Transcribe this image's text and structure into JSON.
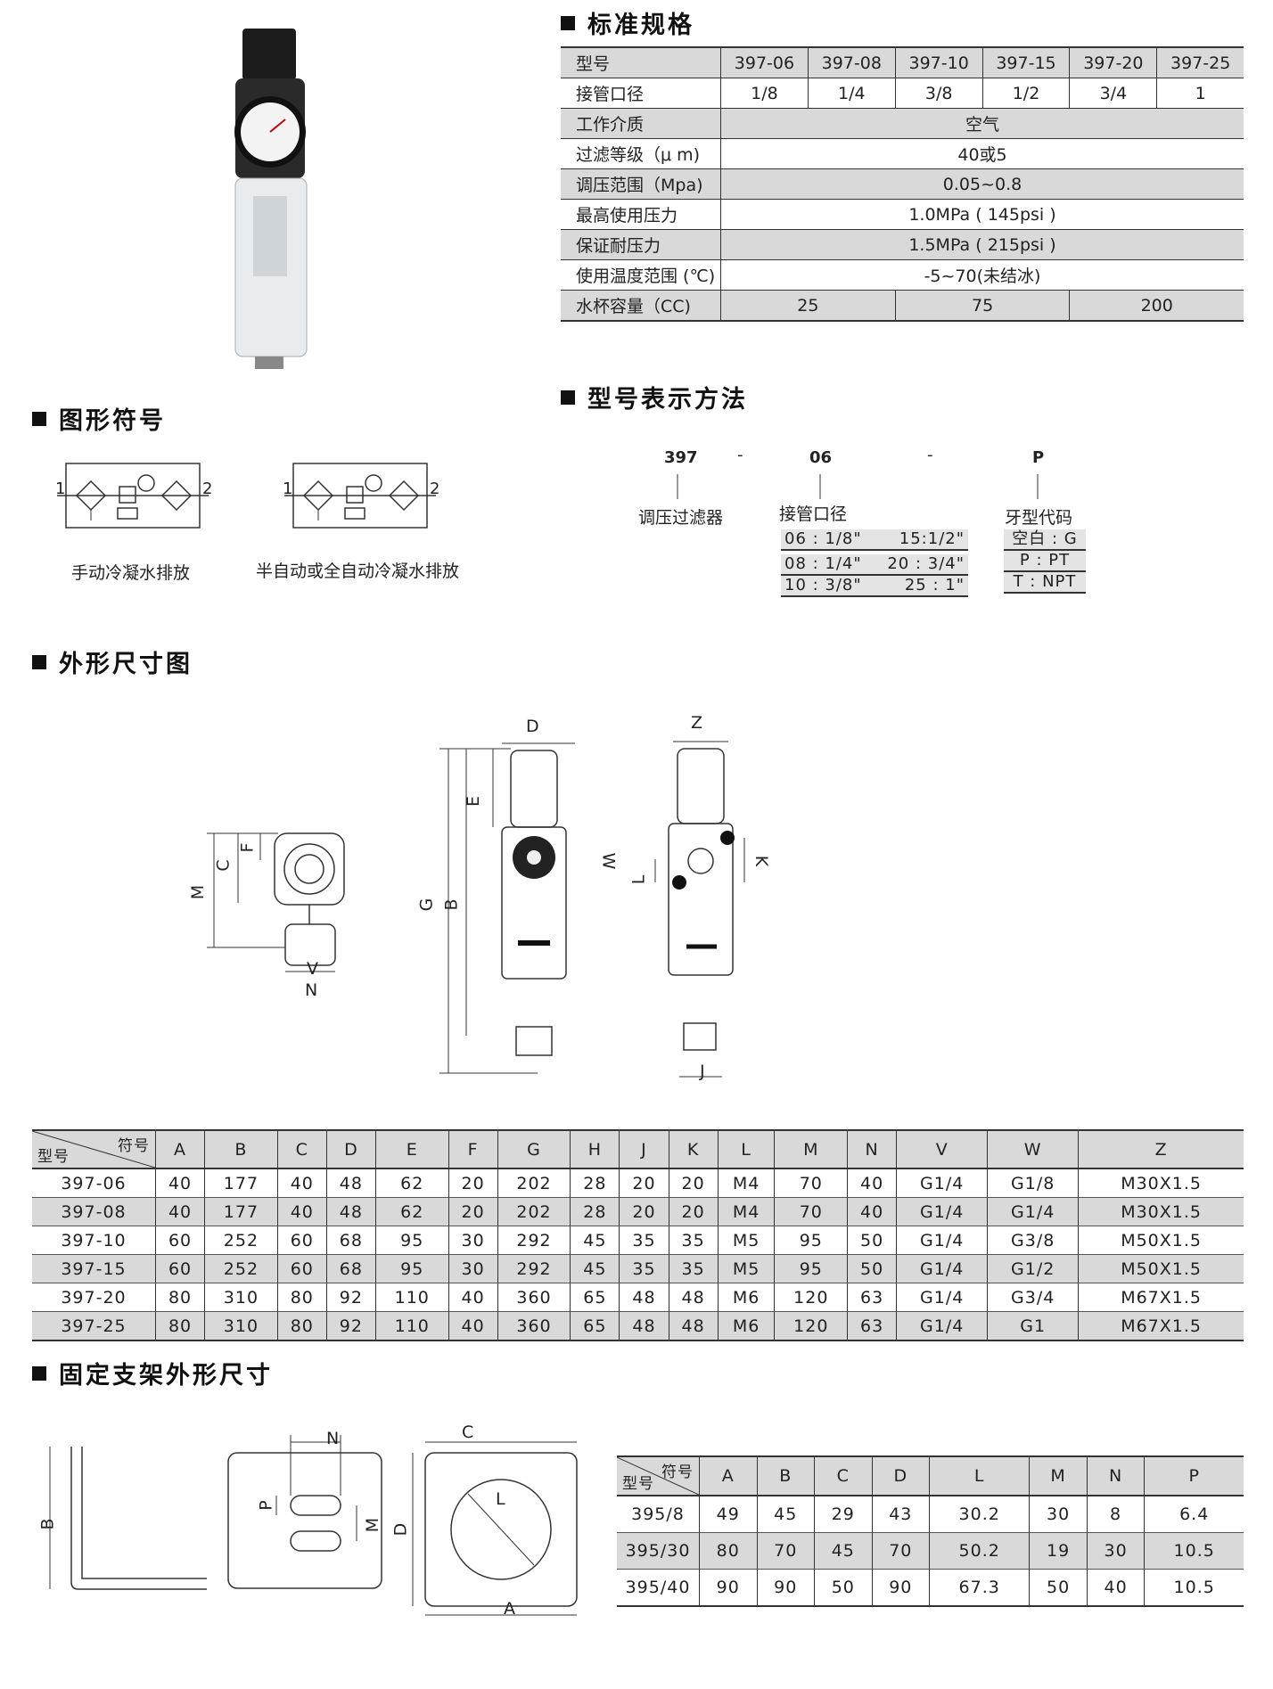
{
  "sections": {
    "spec": "标准规格",
    "symbol": "图形符号",
    "model_code": "型号表示方法",
    "outline": "外形尺寸图",
    "bracket": "固定支架外形尺寸"
  },
  "spec_table": {
    "header_label": "型号",
    "models": [
      "397-06",
      "397-08",
      "397-10",
      "397-15",
      "397-20",
      "397-25"
    ],
    "port_label": "接管口径",
    "ports": [
      "1/8",
      "1/4",
      "3/8",
      "1/2",
      "3/4",
      "1"
    ],
    "rows": [
      {
        "label": "工作介质",
        "value": "空气"
      },
      {
        "label": "过滤等级（μ m)",
        "value": "40或5"
      },
      {
        "label": "调压范围（Mpa)",
        "value": "0.05~0.8"
      },
      {
        "label": "最高使用压力",
        "value": "1.0MPa ( 145psi )"
      },
      {
        "label": "保证耐压力",
        "value": "1.5MPa ( 215psi )"
      },
      {
        "label": "使用温度范围 (℃)",
        "value": "-5~70(未结冰)"
      }
    ],
    "cup_label": "水杯容量（CC)",
    "cups": [
      "25",
      "75",
      "200"
    ]
  },
  "symbols": {
    "manual": "手动冷凝水排放",
    "auto": "半自动或全自动冷凝水排放",
    "port1": "1",
    "port2": "2"
  },
  "model_code": {
    "part1": "397",
    "dash1": "-",
    "part2": "06",
    "dash2": "-",
    "part3": "P",
    "label1": "调压过滤器",
    "label2": "接管口径",
    "label3": "牙型代码",
    "port_codes": [
      "06 : 1/8\"",
      "15:1/2\"",
      "08 : 1/4\"",
      "20 : 3/4\"",
      "10 : 3/8\"",
      "25 : 1\""
    ],
    "thread_codes": [
      "空白 : G",
      "P : PT",
      "T : NPT"
    ]
  },
  "dim_labels": [
    "D",
    "E",
    "G",
    "B",
    "W",
    "Z",
    "K",
    "L",
    "J",
    "M",
    "C",
    "F",
    "V",
    "N"
  ],
  "dim_table": {
    "corner_top": "符号",
    "corner_bottom": "型号",
    "cols": [
      "A",
      "B",
      "C",
      "D",
      "E",
      "F",
      "G",
      "H",
      "J",
      "K",
      "L",
      "M",
      "N",
      "V",
      "W",
      "Z"
    ],
    "rows": [
      [
        "397-06",
        "40",
        "177",
        "40",
        "48",
        "62",
        "20",
        "202",
        "28",
        "20",
        "20",
        "M4",
        "70",
        "40",
        "G1/4",
        "G1/8",
        "M30X1.5"
      ],
      [
        "397-08",
        "40",
        "177",
        "40",
        "48",
        "62",
        "20",
        "202",
        "28",
        "20",
        "20",
        "M4",
        "70",
        "40",
        "G1/4",
        "G1/4",
        "M30X1.5"
      ],
      [
        "397-10",
        "60",
        "252",
        "60",
        "68",
        "95",
        "30",
        "292",
        "45",
        "35",
        "35",
        "M5",
        "95",
        "50",
        "G1/4",
        "G3/8",
        "M50X1.5"
      ],
      [
        "397-15",
        "60",
        "252",
        "60",
        "68",
        "95",
        "30",
        "292",
        "45",
        "35",
        "35",
        "M5",
        "95",
        "50",
        "G1/4",
        "G1/2",
        "M50X1.5"
      ],
      [
        "397-20",
        "80",
        "310",
        "80",
        "92",
        "110",
        "40",
        "360",
        "65",
        "48",
        "48",
        "M6",
        "120",
        "63",
        "G1/4",
        "G3/4",
        "M67X1.5"
      ],
      [
        "397-25",
        "80",
        "310",
        "80",
        "92",
        "110",
        "40",
        "360",
        "65",
        "48",
        "48",
        "M6",
        "120",
        "63",
        "G1/4",
        "G1",
        "M67X1.5"
      ]
    ]
  },
  "bracket_labels": [
    "B",
    "N",
    "P",
    "M",
    "C",
    "D",
    "L",
    "A"
  ],
  "bracket_table": {
    "corner_top": "符号",
    "corner_bottom": "型号",
    "cols": [
      "A",
      "B",
      "C",
      "D",
      "L",
      "M",
      "N",
      "P"
    ],
    "rows": [
      [
        "395/8",
        "49",
        "45",
        "29",
        "43",
        "30.2",
        "30",
        "8",
        "6.4"
      ],
      [
        "395/30",
        "80",
        "70",
        "45",
        "70",
        "50.2",
        "19",
        "30",
        "10.5"
      ],
      [
        "395/40",
        "90",
        "90",
        "50",
        "90",
        "67.3",
        "50",
        "40",
        "10.5"
      ]
    ]
  }
}
